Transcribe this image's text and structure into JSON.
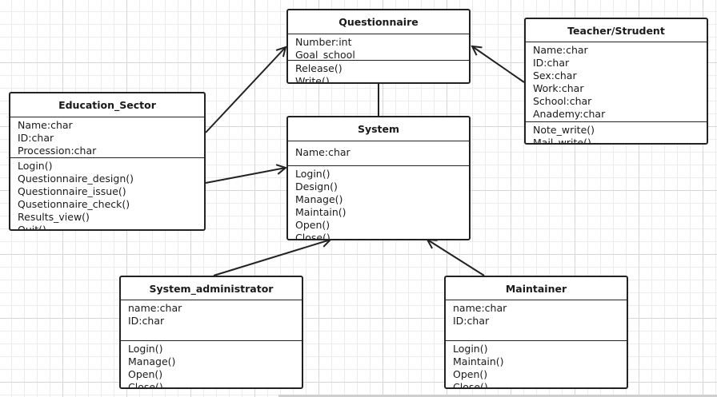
{
  "classes": {
    "questionnaire": {
      "name": "Questionnaire",
      "attributes": [
        "Number:int",
        "Goal_school"
      ],
      "methods": [
        "Release()",
        "Write()"
      ]
    },
    "teacher_student": {
      "name": "Teacher/Strudent",
      "attributes": [
        "Name:char",
        "ID:char",
        "Sex:char",
        "Work:char",
        "School:char",
        "Anademy:char"
      ],
      "methods": [
        "Note_write()",
        "Mail_write()"
      ]
    },
    "education_sector": {
      "name": "Education_Sector",
      "attributes": [
        "Name:char",
        "ID:char",
        "Procession:char"
      ],
      "methods": [
        "Login()",
        "Questionnaire_design()",
        "Questionnaire_issue()",
        "Qusetionnaire_check()",
        "Results_view()",
        "Quit()"
      ]
    },
    "system": {
      "name": "System",
      "attributes": [
        "Name:char"
      ],
      "methods": [
        "Login()",
        "Design()",
        "Manage()",
        "Maintain()",
        "Open()",
        "Close()"
      ]
    },
    "system_administrator": {
      "name": "System_administrator",
      "attributes": [
        "name:char",
        "ID:char"
      ],
      "methods": [
        "Login()",
        "Manage()",
        "Open()",
        "Close()"
      ]
    },
    "maintainer": {
      "name": "Maintainer",
      "attributes": [
        "name:char",
        "ID:char"
      ],
      "methods": [
        "Login()",
        "Maintain()",
        "Open()",
        "Close()"
      ]
    }
  }
}
